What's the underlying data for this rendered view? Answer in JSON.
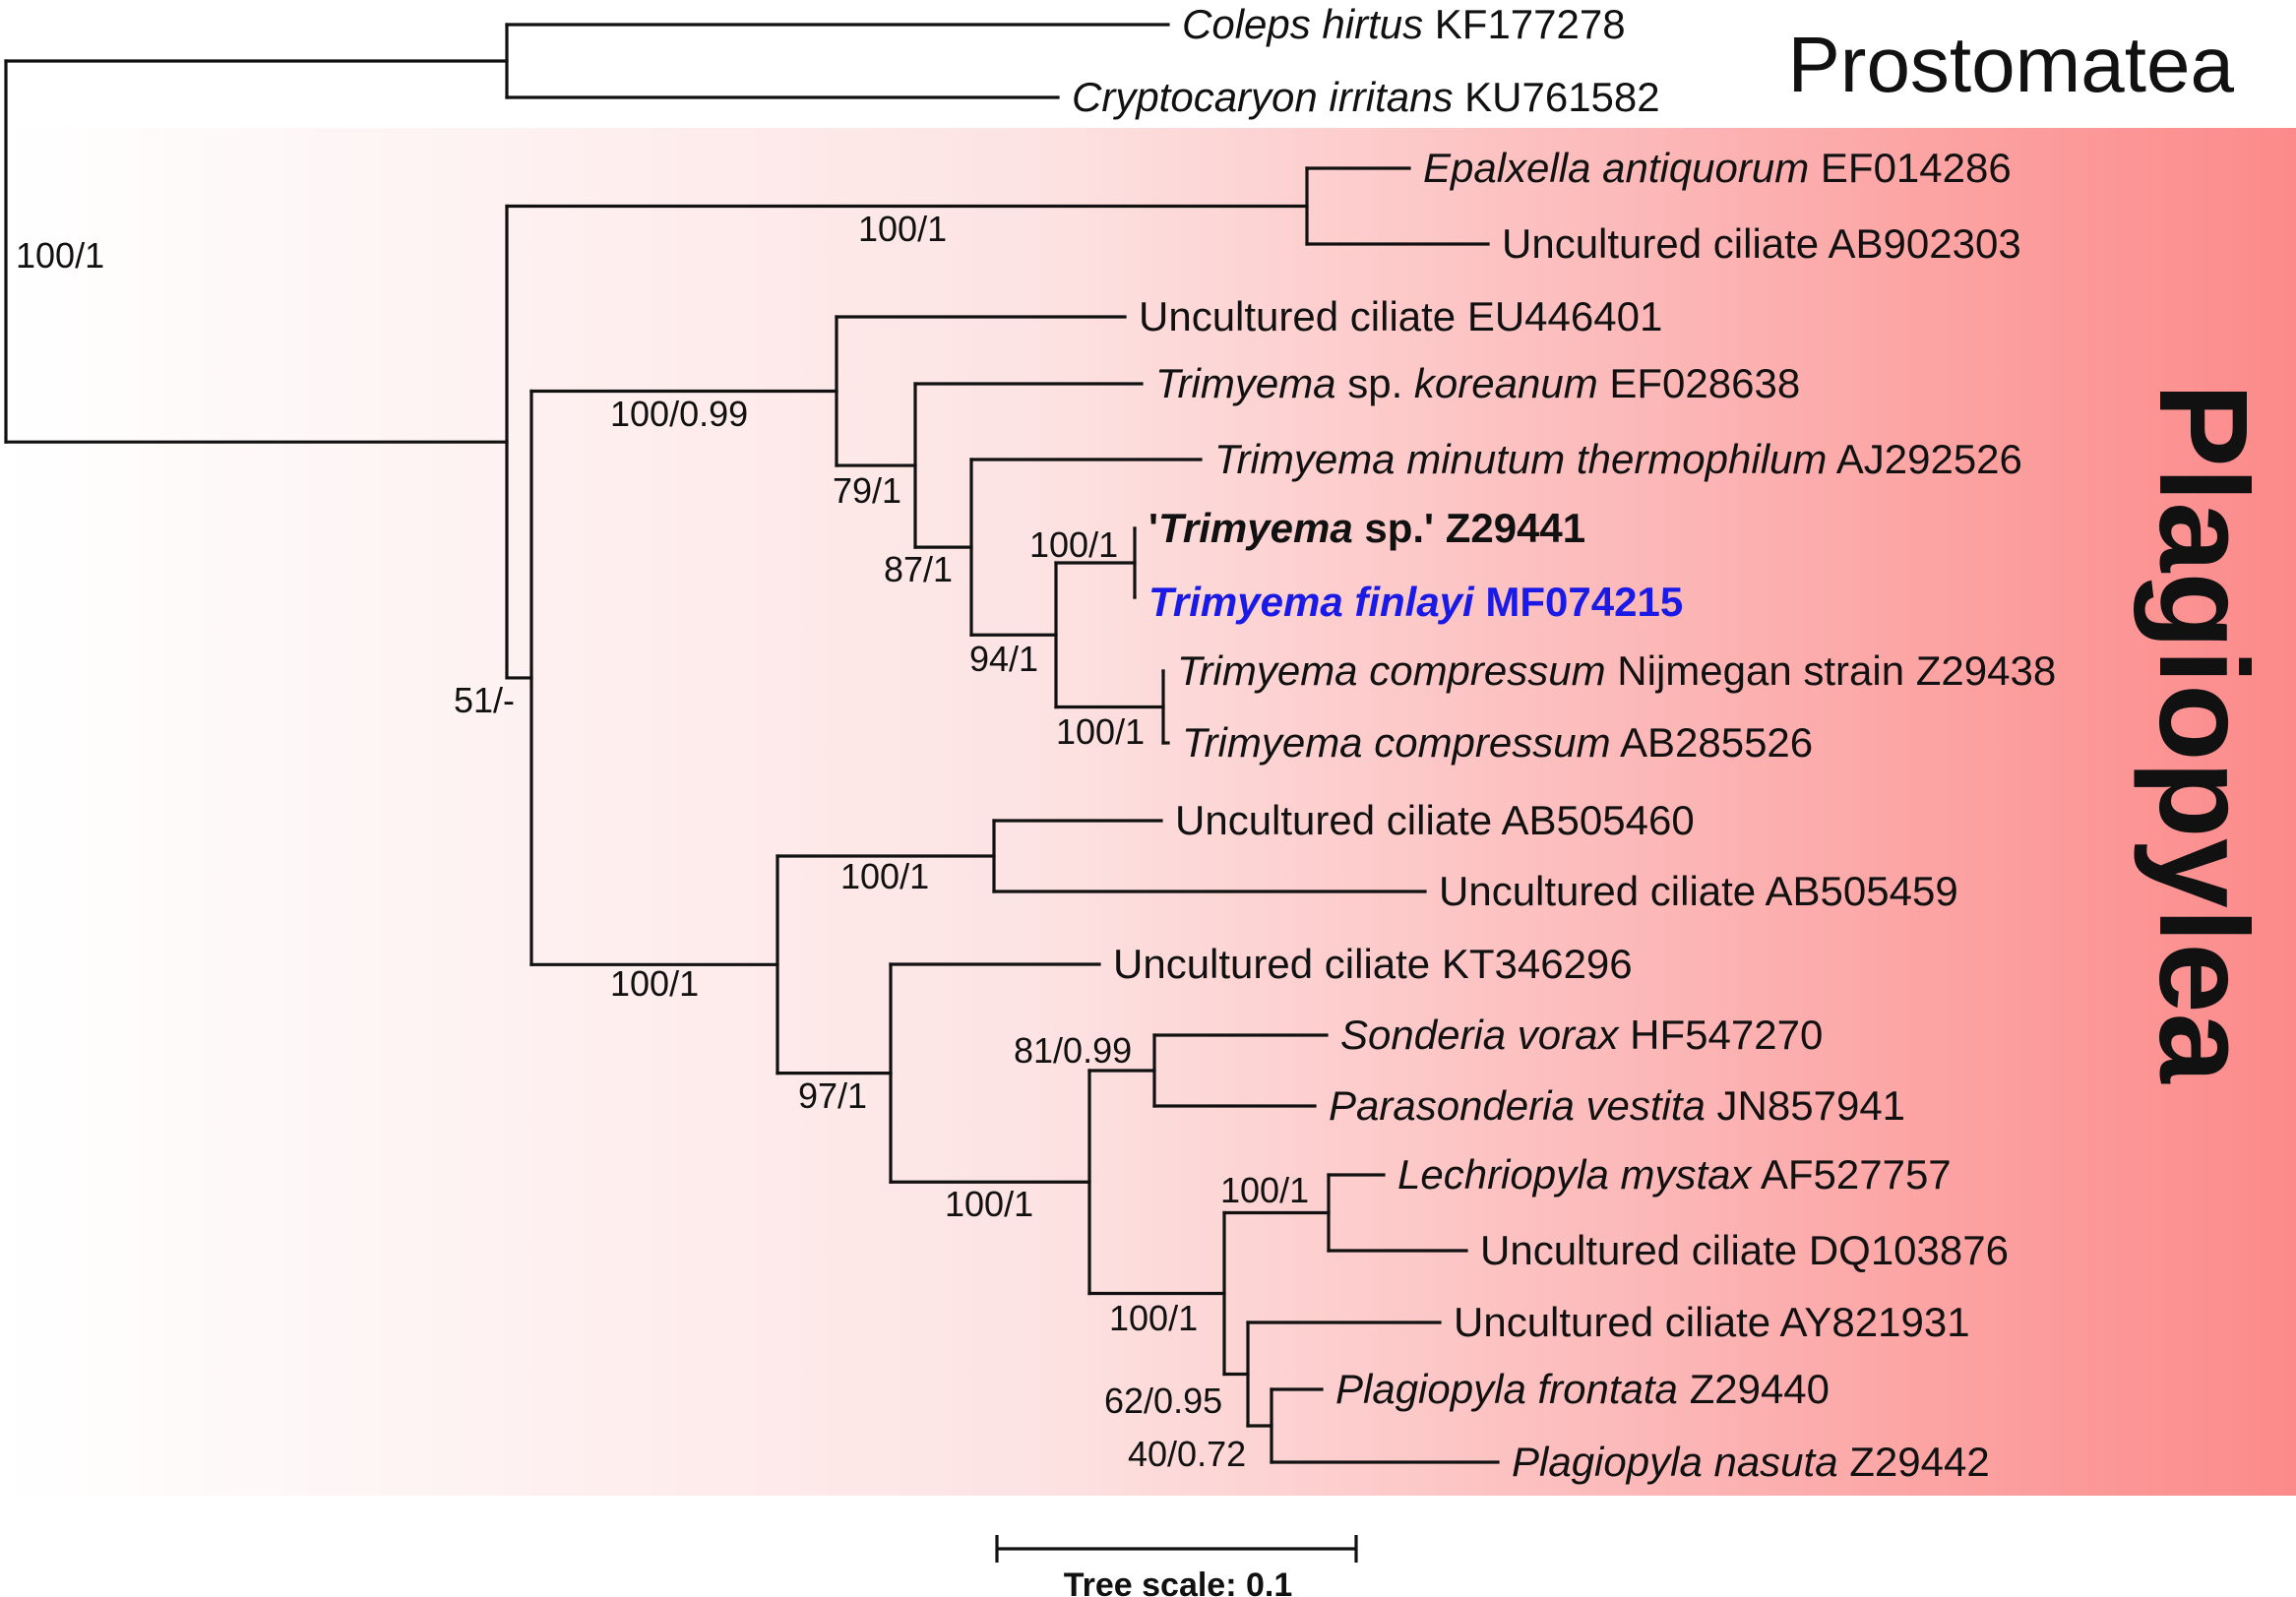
{
  "highlight": {
    "gradient": [
      "#ffffff",
      "#fde3e3",
      "#fc8a8a"
    ]
  },
  "clades": {
    "upper": "Prostomatea",
    "lower": "Plagiopylea"
  },
  "scale_bar": {
    "label": "Tree scale: 0.1",
    "value": 0.1
  },
  "taxa": [
    {
      "id": "coleps",
      "parts": [
        {
          "t": "Coleps hirtus",
          "i": true
        },
        {
          "t": " KF177278"
        }
      ]
    },
    {
      "id": "cryptocaryon",
      "parts": [
        {
          "t": "Cryptocaryon irritans",
          "i": true
        },
        {
          "t": " KU761582"
        }
      ]
    },
    {
      "id": "epalxella",
      "parts": [
        {
          "t": "Epalxella antiquorum",
          "i": true
        },
        {
          "t": " EF014286"
        }
      ]
    },
    {
      "id": "ab902303",
      "parts": [
        {
          "t": "Uncultured ciliate AB902303"
        }
      ]
    },
    {
      "id": "eu446401",
      "parts": [
        {
          "t": "Uncultured ciliate EU446401"
        }
      ]
    },
    {
      "id": "koreanum",
      "parts": [
        {
          "t": "Trimyema",
          "i": true
        },
        {
          "t": " sp. "
        },
        {
          "t": "koreanum",
          "i": true
        },
        {
          "t": " EF028638"
        }
      ]
    },
    {
      "id": "thermophilum",
      "parts": [
        {
          "t": "Trimyema minutum thermophilum",
          "i": true
        },
        {
          "t": " AJ292526"
        }
      ]
    },
    {
      "id": "z29441",
      "style": "bold",
      "parts": [
        {
          "t": "'"
        },
        {
          "t": "Trimyema",
          "i": true
        },
        {
          "t": " sp.' Z29441"
        }
      ]
    },
    {
      "id": "finlayi",
      "style": "highlight",
      "color": "#1a1ae6",
      "parts": [
        {
          "t": "Trimyema finlayi",
          "i": true
        },
        {
          "t": " MF074215"
        }
      ]
    },
    {
      "id": "z29438",
      "parts": [
        {
          "t": "Trimyema compressum",
          "i": true
        },
        {
          "t": " Nijmegan strain Z29438"
        }
      ]
    },
    {
      "id": "ab285526",
      "parts": [
        {
          "t": "Trimyema compressum",
          "i": true
        },
        {
          "t": " AB285526"
        }
      ]
    },
    {
      "id": "ab505460",
      "parts": [
        {
          "t": "Uncultured ciliate AB505460"
        }
      ]
    },
    {
      "id": "ab505459",
      "parts": [
        {
          "t": "Uncultured ciliate AB505459"
        }
      ]
    },
    {
      "id": "kt346296",
      "parts": [
        {
          "t": "Uncultured ciliate KT346296"
        }
      ]
    },
    {
      "id": "sonderia",
      "parts": [
        {
          "t": "Sonderia vorax",
          "i": true
        },
        {
          "t": " HF547270"
        }
      ]
    },
    {
      "id": "parasonderia",
      "parts": [
        {
          "t": "Parasonderia vestita",
          "i": true
        },
        {
          "t": " JN857941"
        }
      ]
    },
    {
      "id": "lechriopyla",
      "parts": [
        {
          "t": "Lechriopyla mystax",
          "i": true
        },
        {
          "t": " AF527757"
        }
      ]
    },
    {
      "id": "dq103876",
      "parts": [
        {
          "t": "Uncultured ciliate DQ103876"
        }
      ]
    },
    {
      "id": "ay821931",
      "parts": [
        {
          "t": "Uncultured ciliate AY821931"
        }
      ]
    },
    {
      "id": "frontata",
      "parts": [
        {
          "t": "Plagiopyla frontata",
          "i": true
        },
        {
          "t": " Z29440"
        }
      ]
    },
    {
      "id": "nasuta",
      "parts": [
        {
          "t": "Plagiopyla nasuta",
          "i": true
        },
        {
          "t": " Z29442"
        }
      ]
    }
  ],
  "support_values": [
    {
      "id": "root",
      "text": "100/1"
    },
    {
      "id": "epalxella-clade",
      "text": "100/1"
    },
    {
      "id": "trimyema-group",
      "text": "100/0.99"
    },
    {
      "id": "koreanum-clade",
      "text": "79/1"
    },
    {
      "id": "thermophilum-clade",
      "text": "87/1"
    },
    {
      "id": "finlayi-pair",
      "text": "100/1"
    },
    {
      "id": "compressum-group",
      "text": "94/1"
    },
    {
      "id": "compressum-pair",
      "text": "100/1"
    },
    {
      "id": "plagiopylea-base",
      "text": "51/-"
    },
    {
      "id": "ab505-pair",
      "text": "100/1"
    },
    {
      "id": "lower-clade",
      "text": "100/1"
    },
    {
      "id": "kt346296-clade",
      "text": "97/1"
    },
    {
      "id": "sonderia-pair",
      "text": "81/0.99"
    },
    {
      "id": "sonderid-clade",
      "text": "100/1"
    },
    {
      "id": "lechriopyla-pair",
      "text": "100/1"
    },
    {
      "id": "plagiopylid-clade",
      "text": "100/1"
    },
    {
      "id": "ay821931-clade",
      "text": "62/0.95"
    },
    {
      "id": "plagiopyla-pair",
      "text": "40/0.72"
    }
  ]
}
